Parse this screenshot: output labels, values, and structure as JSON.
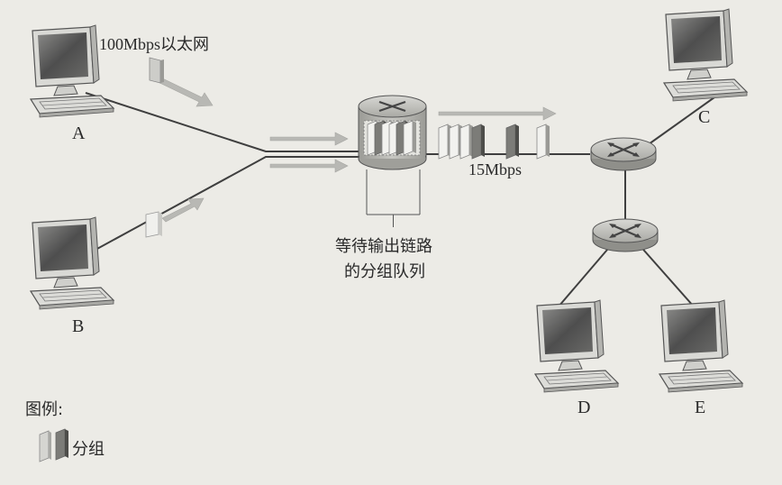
{
  "hosts": {
    "a": "A",
    "b": "B",
    "c": "C",
    "d": "D",
    "e": "E"
  },
  "links": {
    "ethernet": "100Mbps以太网",
    "bottleneck": "15Mbps"
  },
  "queue_label": {
    "line1": "等待输出链路",
    "line2": "的分组队列"
  },
  "legend": {
    "title": "图例:",
    "packet": "分组"
  },
  "colors": {
    "background": "#ecebe6",
    "link": "#3f3f3f",
    "arrow": "#b8b8b4",
    "router_body": "#b5b5b0",
    "monitor_screen": "#5e5e5e"
  }
}
